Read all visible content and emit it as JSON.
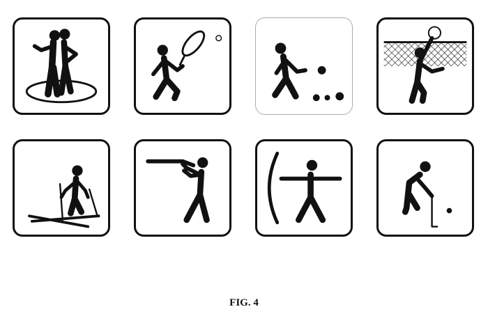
{
  "figure": {
    "caption": "FIG. 4",
    "icons": [
      {
        "sport": "dancing",
        "icon": "dance-couple-icon"
      },
      {
        "sport": "tennis",
        "icon": "tennis-icon"
      },
      {
        "sport": "bocce",
        "icon": "bocce-icon"
      },
      {
        "sport": "volleyball",
        "icon": "volleyball-icon"
      },
      {
        "sport": "skiing",
        "icon": "skiing-icon"
      },
      {
        "sport": "shooting",
        "icon": "shooting-icon"
      },
      {
        "sport": "archery",
        "icon": "archery-icon"
      },
      {
        "sport": "golf",
        "icon": "golf-icon"
      }
    ]
  }
}
